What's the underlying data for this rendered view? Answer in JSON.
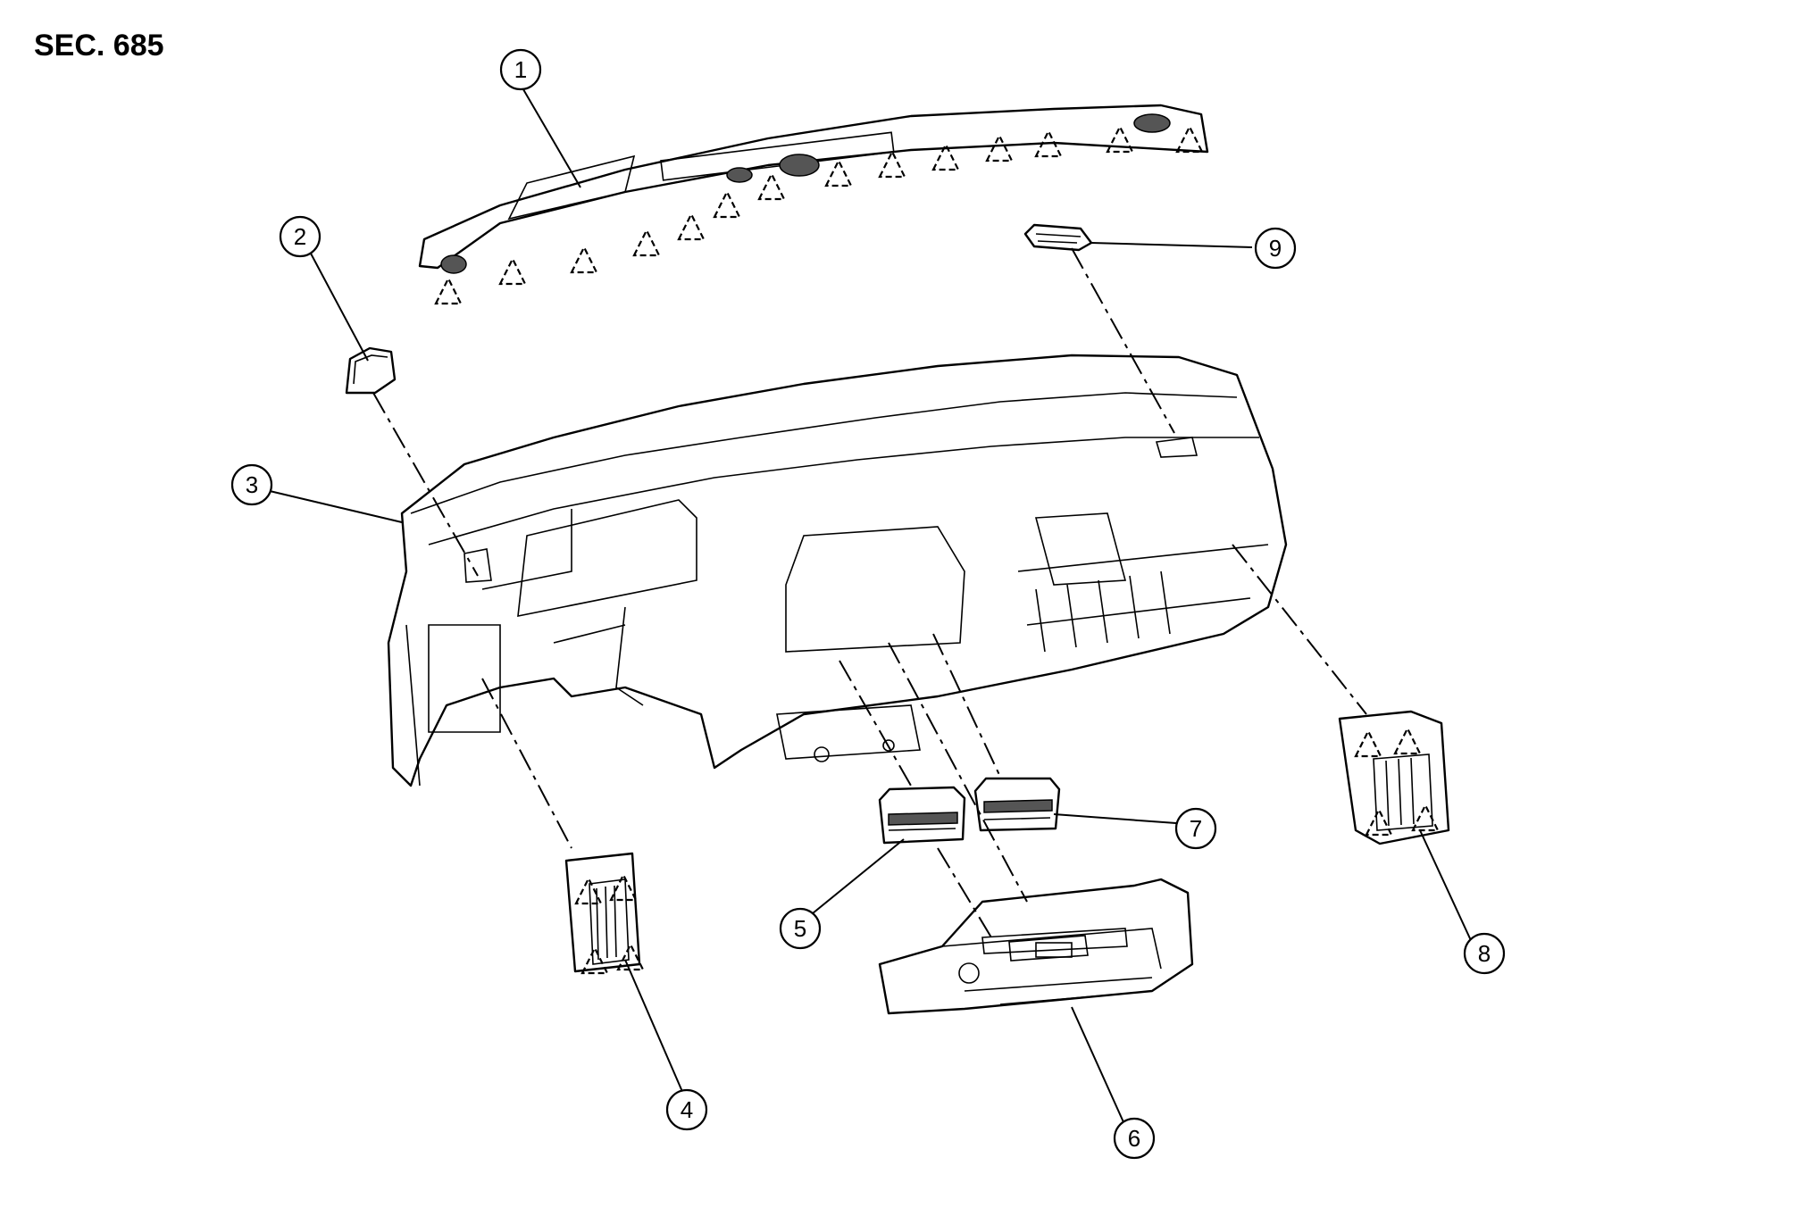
{
  "header": {
    "section": "SEC. 685"
  },
  "callouts": [
    {
      "id": "1",
      "label": "1"
    },
    {
      "id": "2",
      "label": "2"
    },
    {
      "id": "3",
      "label": "3"
    },
    {
      "id": "4",
      "label": "4"
    },
    {
      "id": "5",
      "label": "5"
    },
    {
      "id": "6",
      "label": "6"
    },
    {
      "id": "7",
      "label": "7"
    },
    {
      "id": "8",
      "label": "8"
    },
    {
      "id": "9",
      "label": "9"
    }
  ]
}
